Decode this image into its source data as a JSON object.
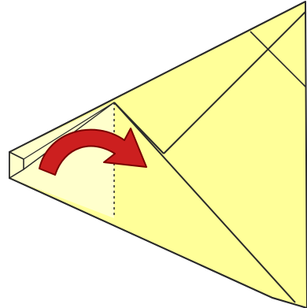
{
  "diagram": {
    "kind": "origami-fold-step",
    "paper_color": "#ffff99",
    "paper_light_color": "#ffffcc",
    "line_color": "#2a2a2a",
    "arrow_fill": "#cc1f1f",
    "arrow_shadow": "#7a0000",
    "arrow_meaning": "fold-over",
    "fold_line": "valley-fold-dotted"
  }
}
